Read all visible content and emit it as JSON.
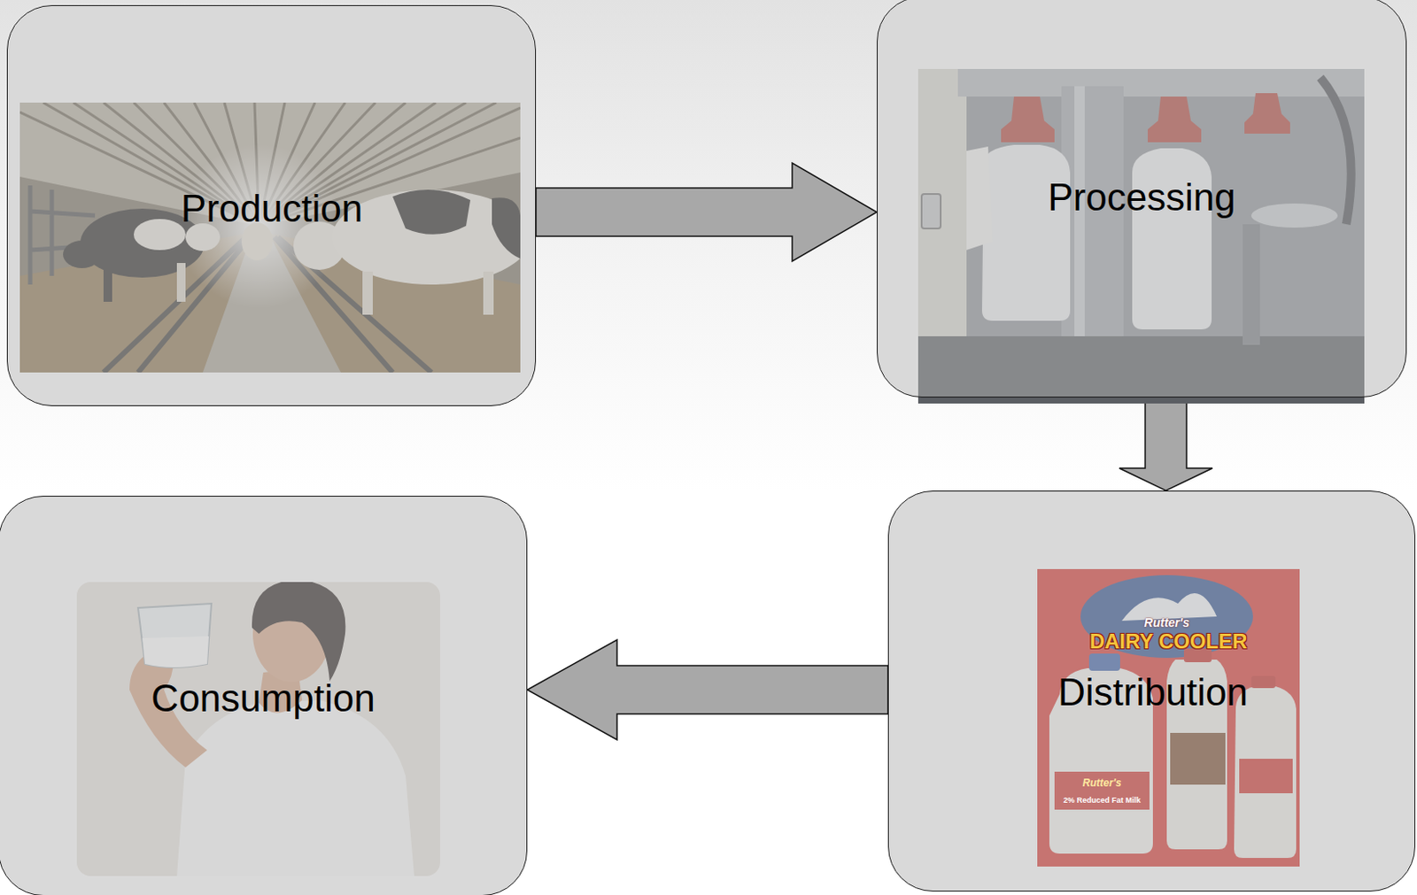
{
  "diagram": {
    "nodes": [
      {
        "text": [
          "Production"
        ]
      },
      {
        "text": [
          "Processing"
        ]
      },
      {
        "text": [
          "Distribution"
        ]
      },
      {
        "text": [
          "Consumption"
        ]
      }
    ],
    "edges": [
      {
        "from": 0,
        "to": 1,
        "arrow": "to"
      },
      {
        "from": 1,
        "to": 2,
        "arrow": "to"
      },
      {
        "from": 2,
        "to": 3,
        "arrow": "to"
      }
    ],
    "labels": [
      "Rutter's",
      "DAIRY COOLER",
      "Rutter's",
      "2% Reduced Fat Milk"
    ]
  }
}
